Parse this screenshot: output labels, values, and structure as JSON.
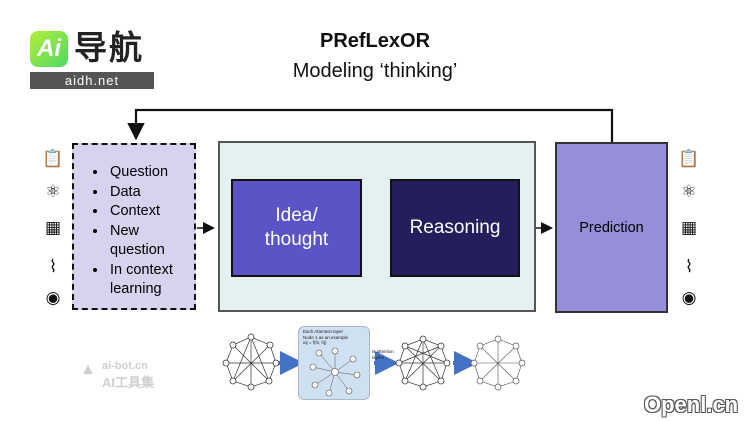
{
  "logo": {
    "badge": "Ai",
    "name_cn": "导航",
    "url": "aidh.net"
  },
  "title": "PRefLexOR",
  "subtitle": "Modeling ‘thinking’",
  "inputs": {
    "items": [
      "Question",
      "Data",
      "Context",
      "New question",
      "In context learning"
    ]
  },
  "idea_label": "Idea/ thought",
  "reasoning_label": "Reasoning",
  "prediction_label": "Prediction",
  "attention_panel": {
    "line1": "Each Attention layer",
    "line2": "Node 1 as an example",
    "line3": "αij = f(hi, hj)"
  },
  "n_attention_label": "N attention layers",
  "watermarks": {
    "aibot_url": "ai-bot.cn",
    "aibot_cn": "AI工具集",
    "openl": "Openl.cn"
  },
  "icons": {
    "left": [
      "clipboard-icon",
      "molecule-icon",
      "circuit-icon",
      "dna-icon",
      "brain-icon"
    ],
    "right": [
      "clipboard-icon",
      "molecule-icon",
      "circuit-icon",
      "dna-icon",
      "brain-icon"
    ]
  },
  "colors": {
    "input_fill": "#d7d3ef",
    "panel_fill": "#e4f1f1",
    "idea_fill": "#5a54c6",
    "reasoning_fill": "#231f5c",
    "prediction_fill": "#958fdb",
    "loop_arrow": "#7a76c8",
    "feedback_arrow": "#1f1c5a",
    "graph_arrow": "#4472c4"
  }
}
